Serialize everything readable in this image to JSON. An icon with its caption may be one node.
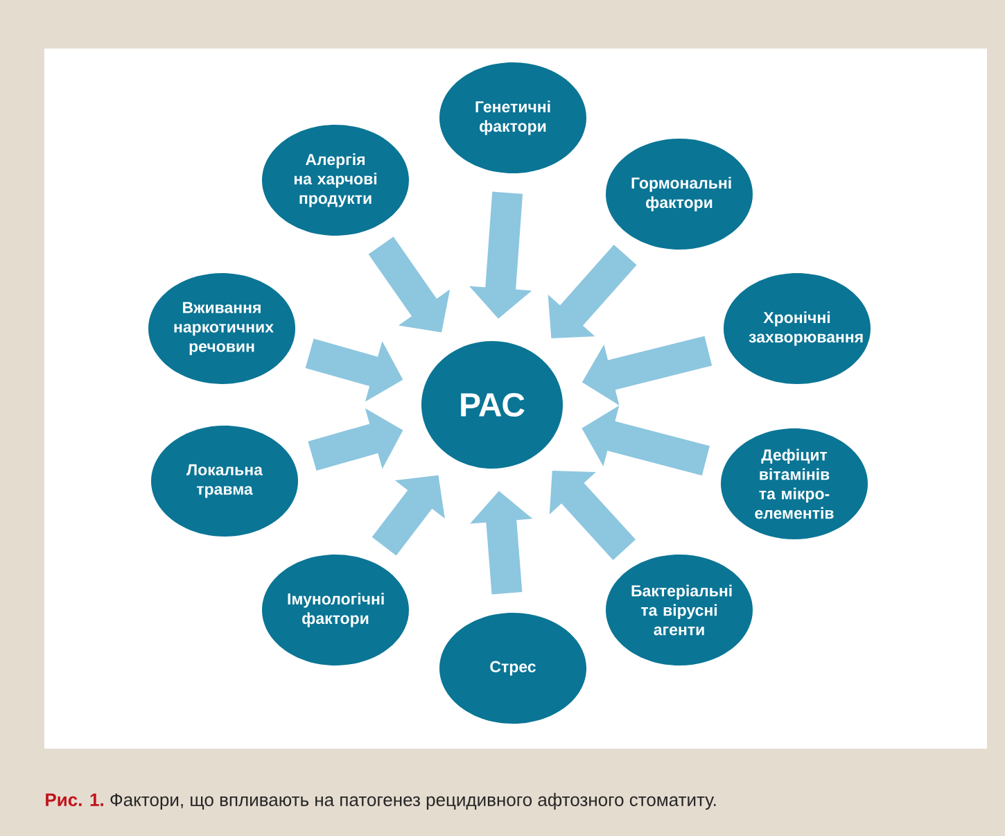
{
  "diagram": {
    "caption": "Фактори, що впливають на патогенез рецидивного афтозного стоматиту.",
    "nodes": [
      {
        "text": [
          "РАС"
        ]
      },
      {
        "text": [
          "Генетичні фактори"
        ]
      },
      {
        "text": [
          "Алергія на харчові продукти"
        ]
      },
      {
        "text": [
          "Гормональні фактори"
        ]
      },
      {
        "text": [
          "Вживання наркотичних речовин"
        ]
      },
      {
        "text": [
          "Хронічні захворювання"
        ]
      },
      {
        "text": [
          "Локальна травма"
        ]
      },
      {
        "text": [
          "Дефіцит вітамінів та мікро-елементів"
        ]
      },
      {
        "text": [
          "Імунологічні фактори"
        ]
      },
      {
        "text": [
          "Стрес"
        ]
      },
      {
        "text": [
          "Бактеріальні та вірусні агенти"
        ]
      }
    ],
    "edges": [
      {
        "from": 1,
        "to": 0,
        "arrow": "to"
      },
      {
        "from": 2,
        "to": 0,
        "arrow": "to"
      },
      {
        "from": 3,
        "to": 0,
        "arrow": "to"
      },
      {
        "from": 4,
        "to": 0,
        "arrow": "to"
      },
      {
        "from": 5,
        "to": 0,
        "arrow": "to"
      },
      {
        "from": 6,
        "to": 0,
        "arrow": "to"
      },
      {
        "from": 7,
        "to": 0,
        "arrow": "to"
      },
      {
        "from": 8,
        "to": 0,
        "arrow": "to"
      },
      {
        "from": 9,
        "to": 0,
        "arrow": "to"
      },
      {
        "from": 10,
        "to": 0,
        "arrow": "to"
      }
    ],
    "labels": [
      "Рис. 1."
    ]
  }
}
